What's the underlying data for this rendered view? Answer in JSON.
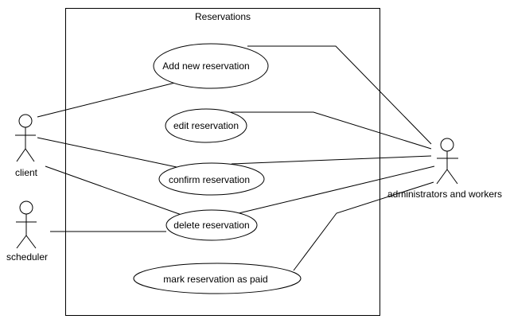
{
  "system": {
    "title": "Reservations"
  },
  "actors": {
    "client": "client",
    "scheduler": "scheduler",
    "admins": "administrators and workers"
  },
  "use_cases": {
    "add": "Add new reservation",
    "edit": "edit reservation",
    "confirm": "confirm reservation",
    "delete": "delete reservation",
    "paid": "mark reservation as paid"
  },
  "colors": {
    "line": "#000000",
    "fill": "#ffffff",
    "background": "#ffffff"
  }
}
